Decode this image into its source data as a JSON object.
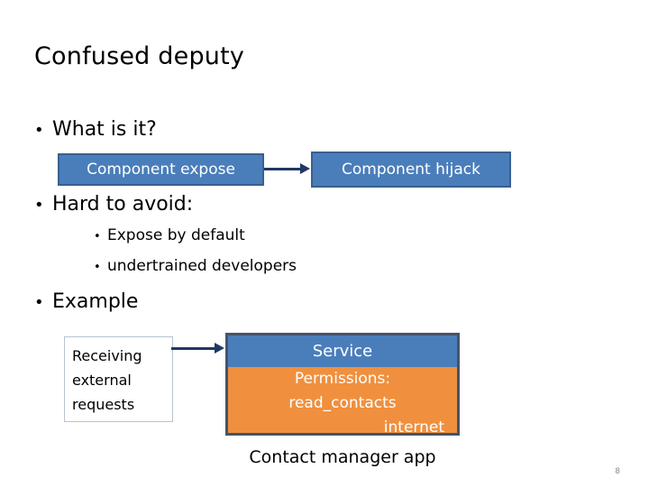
{
  "slide": {
    "title": "Confused deputy",
    "page_number": "8",
    "bullet_glyph": "•",
    "sub_bullet_glyph": "•"
  },
  "bullets": [
    {
      "level": 1,
      "text": "What is it?"
    },
    {
      "level": 1,
      "text": "Hard to avoid:"
    },
    {
      "level": 2,
      "text": "Expose by default"
    },
    {
      "level": 2,
      "text": "undertrained developers"
    },
    {
      "level": 1,
      "text": "Example"
    }
  ],
  "flow_top": {
    "source_label": "Component expose",
    "target_label": "Component hijack",
    "arrow_name": "arrow-right"
  },
  "example_diagram": {
    "input_box_text": "Receiving external requests",
    "input_box_lines": [
      "Receiving",
      "external",
      "requests"
    ],
    "app_panel": {
      "header": "Service",
      "permissions_label": "Permissions:",
      "permissions": [
        "read_contacts",
        "internet"
      ]
    },
    "caption": "Contact manager app",
    "arrow_name": "arrow-right"
  },
  "colors": {
    "box_blue": "#4a7ebb",
    "box_blue_border": "#3a5f8f",
    "panel_border": "#44546a",
    "orange": "#f0903e",
    "arrow_navy": "#1f3864",
    "text_black": "#000000",
    "text_white": "#ffffff",
    "page_number_gray": "#8a8a8a"
  }
}
